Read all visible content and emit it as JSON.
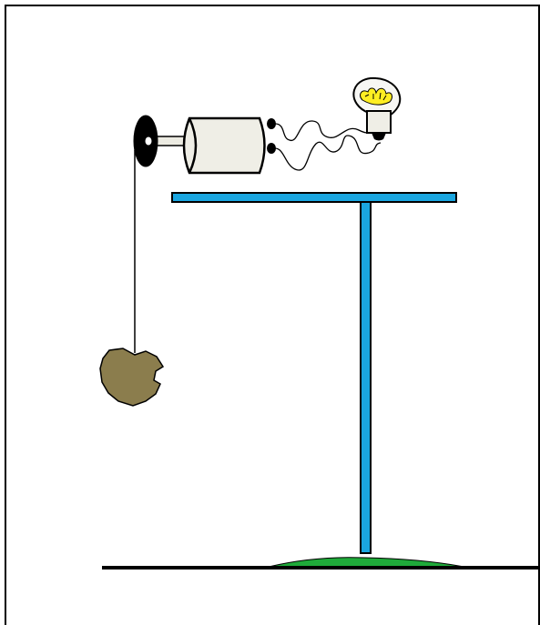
{
  "diagram": {
    "colors": {
      "frame": "#000000",
      "stand": "#1aa6e0",
      "grass": "#1faa3a",
      "ground": "#000000",
      "generator_body": "#efeee6",
      "axle": "#ecebe2",
      "rock": "#8b7d4d",
      "bulb_glass": "#f7f7f4",
      "bulb_glow": "#ffee22",
      "wire": "#000000"
    },
    "parts": [
      "pulley-wheel",
      "axle",
      "generator",
      "wires",
      "light-bulb",
      "table-top",
      "table-leg",
      "string",
      "hanging-weight",
      "ground",
      "grass-mound"
    ]
  }
}
